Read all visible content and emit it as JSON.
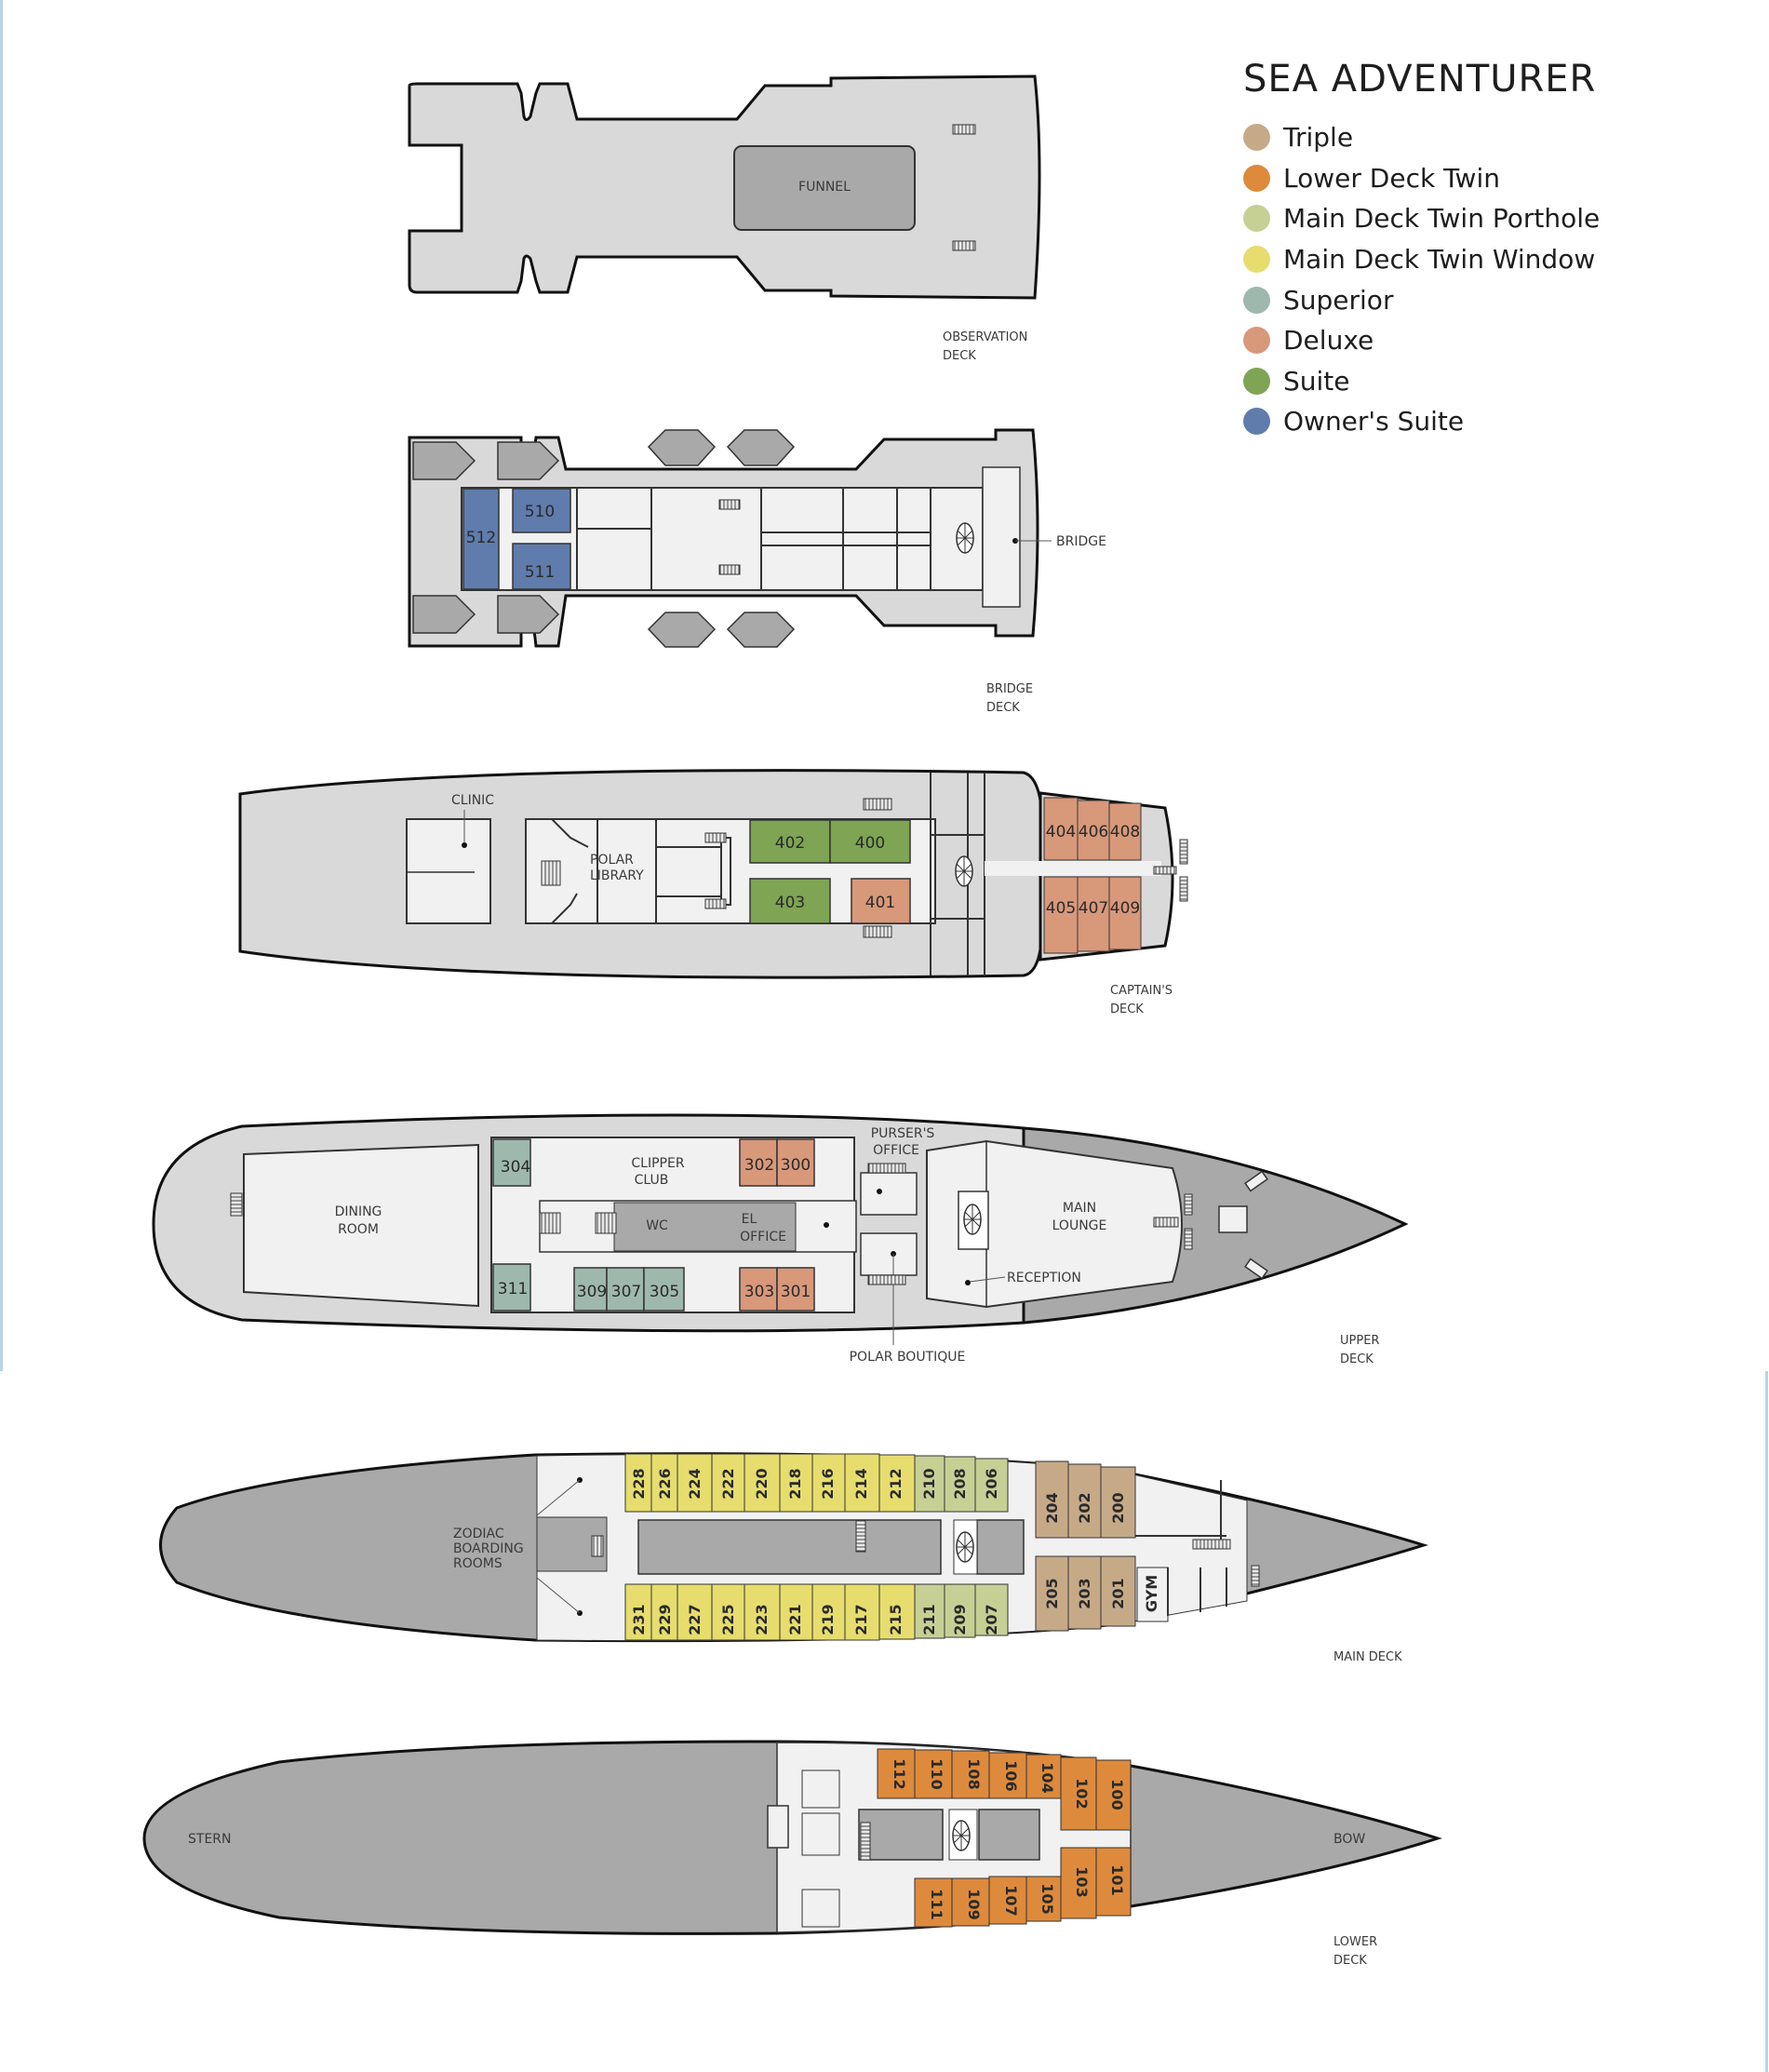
{
  "ship_name": "SEA ADVENTURER",
  "legend": [
    {
      "label": "Triple",
      "color": "#c6aa88"
    },
    {
      "label": "Lower Deck Twin",
      "color": "#dd8a3c"
    },
    {
      "label": "Main Deck Twin Porthole",
      "color": "#c6d095"
    },
    {
      "label": "Main Deck Twin Window",
      "color": "#e6dd6e"
    },
    {
      "label": "Superior",
      "color": "#9fb8ae"
    },
    {
      "label": "Deluxe",
      "color": "#d8987a"
    },
    {
      "label": "Suite",
      "color": "#7ea454"
    },
    {
      "label": "Owner's Suite",
      "color": "#5f7cac"
    }
  ],
  "decks": {
    "observation": {
      "name_line1": "OBSERVATION",
      "name_line2": "DECK",
      "labels": {
        "funnel": "FUNNEL"
      }
    },
    "bridge": {
      "name_line1": "BRIDGE",
      "name_line2": "DECK",
      "labels": {
        "bridge": "BRIDGE"
      },
      "cabins": {
        "c510": "510",
        "c511": "511",
        "c512": "512"
      }
    },
    "captains": {
      "name_line1": "CAPTAIN'S",
      "name_line2": "DECK",
      "labels": {
        "clinic": "CLINIC",
        "polar_library_1": "POLAR",
        "polar_library_2": "LIBRARY"
      },
      "cabins": {
        "c400": "400",
        "c401": "401",
        "c402": "402",
        "c403": "403",
        "c404": "404",
        "c405": "405",
        "c406": "406",
        "c407": "407",
        "c408": "408",
        "c409": "409"
      }
    },
    "upper": {
      "name_line1": "UPPER",
      "name_line2": "DECK",
      "labels": {
        "dining_1": "DINING",
        "dining_2": "ROOM",
        "clipper_1": "CLIPPER",
        "clipper_2": "CLUB",
        "wc": "WC",
        "el_office_1": "EL",
        "el_office_2": "OFFICE",
        "pursers_1": "PURSER'S",
        "pursers_2": "OFFICE",
        "lounge_1": "MAIN",
        "lounge_2": "LOUNGE",
        "reception": "RECEPTION",
        "boutique": "POLAR BOUTIQUE"
      },
      "cabins": {
        "c300": "300",
        "c301": "301",
        "c302": "302",
        "c303": "303",
        "c304": "304",
        "c305": "305",
        "c307": "307",
        "c309": "309",
        "c311": "311"
      }
    },
    "main": {
      "name": "MAIN DECK",
      "labels": {
        "zodiac_1": "ZODIAC",
        "zodiac_2": "BOARDING",
        "zodiac_3": "ROOMS",
        "gym": "GYM"
      },
      "cabins_top": [
        "228",
        "226",
        "224",
        "222",
        "220",
        "218",
        "216",
        "214",
        "212",
        "210",
        "208",
        "206",
        "204",
        "202",
        "200"
      ],
      "cabins_bottom": [
        "231",
        "229",
        "227",
        "225",
        "223",
        "221",
        "219",
        "217",
        "215",
        "211",
        "209",
        "207",
        "205",
        "203",
        "201"
      ]
    },
    "lower": {
      "name_line1": "LOWER",
      "name_line2": "DECK",
      "labels": {
        "stern": "STERN",
        "bow": "BOW"
      },
      "cabins_top": [
        "112",
        "110",
        "108",
        "106",
        "104",
        "102",
        "100"
      ],
      "cabins_bottom": [
        "111",
        "109",
        "107",
        "105",
        "103",
        "101"
      ]
    }
  }
}
